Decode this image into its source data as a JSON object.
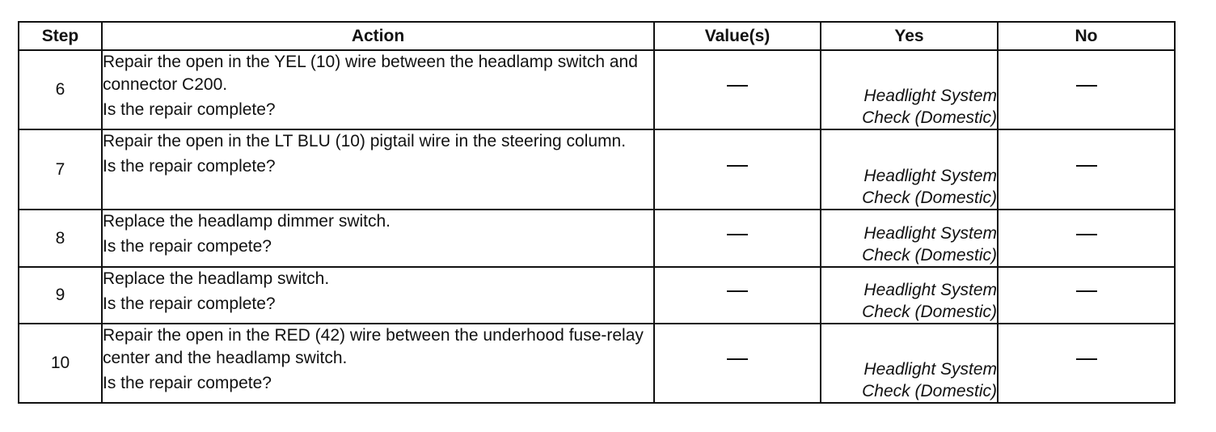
{
  "headers": {
    "step": "Step",
    "action": "Action",
    "values": "Value(s)",
    "yes": "Yes",
    "no": "No"
  },
  "rows": [
    {
      "step": "6",
      "action": "Repair the open in the YEL (10) wire between the headlamp switch and connector C200.",
      "question": "Is the repair complete?",
      "value": "—",
      "yes_line1": "Headlight System",
      "yes_line2": "Check (Domestic)",
      "no": "—"
    },
    {
      "step": "7",
      "action": "Repair the open in the LT BLU (10) pigtail wire in the steering column.",
      "question": "Is the repair complete?",
      "value": "—",
      "yes_line1": "Headlight System",
      "yes_line2": "Check (Domestic)",
      "no": "—"
    },
    {
      "step": "8",
      "action": "Replace the headlamp dimmer switch.",
      "question": "Is the repair compete?",
      "value": "—",
      "yes_line1": "Headlight System",
      "yes_line2": "Check (Domestic)",
      "no": "—"
    },
    {
      "step": "9",
      "action": "Replace the headlamp switch.",
      "question": "Is the repair complete?",
      "value": "—",
      "yes_line1": "Headlight System",
      "yes_line2": "Check (Domestic)",
      "no": "—"
    },
    {
      "step": "10",
      "action": "Repair the open in the RED (42) wire between the underhood fuse-relay center and the headlamp switch.",
      "question": "Is the repair compete?",
      "value": "—",
      "yes_line1": "Headlight System",
      "yes_line2": "Check (Domestic)",
      "no": "—"
    }
  ]
}
